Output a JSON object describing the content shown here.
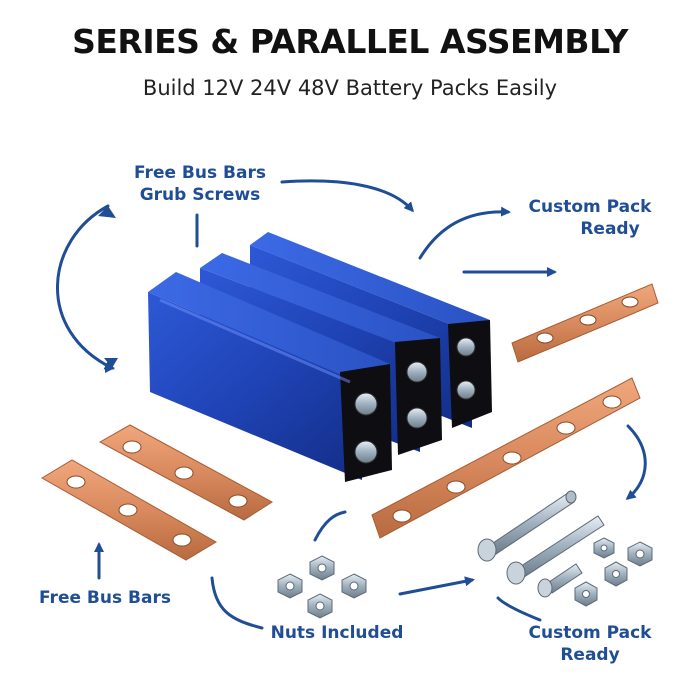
{
  "header": {
    "title": "SERIES & PARALLEL ASSEMBLY",
    "subtitle": "Build 12V 24V 48V Battery Packs Easily"
  },
  "labels": {
    "top_center_line1": "Free Bus Bars",
    "top_center_line2": "Grub Screws",
    "top_right_line1": "Custom Pack",
    "top_right_line2": "Ready",
    "bottom_left": "Free Bus Bars",
    "bottom_center": "Nuts Included",
    "bottom_right_line1": "Custom Pack",
    "bottom_right_line2": "Ready"
  },
  "colors": {
    "accent_blue": "#1f4e96",
    "cell_blue": "#1d3fae",
    "copper": "#d98a5e"
  }
}
